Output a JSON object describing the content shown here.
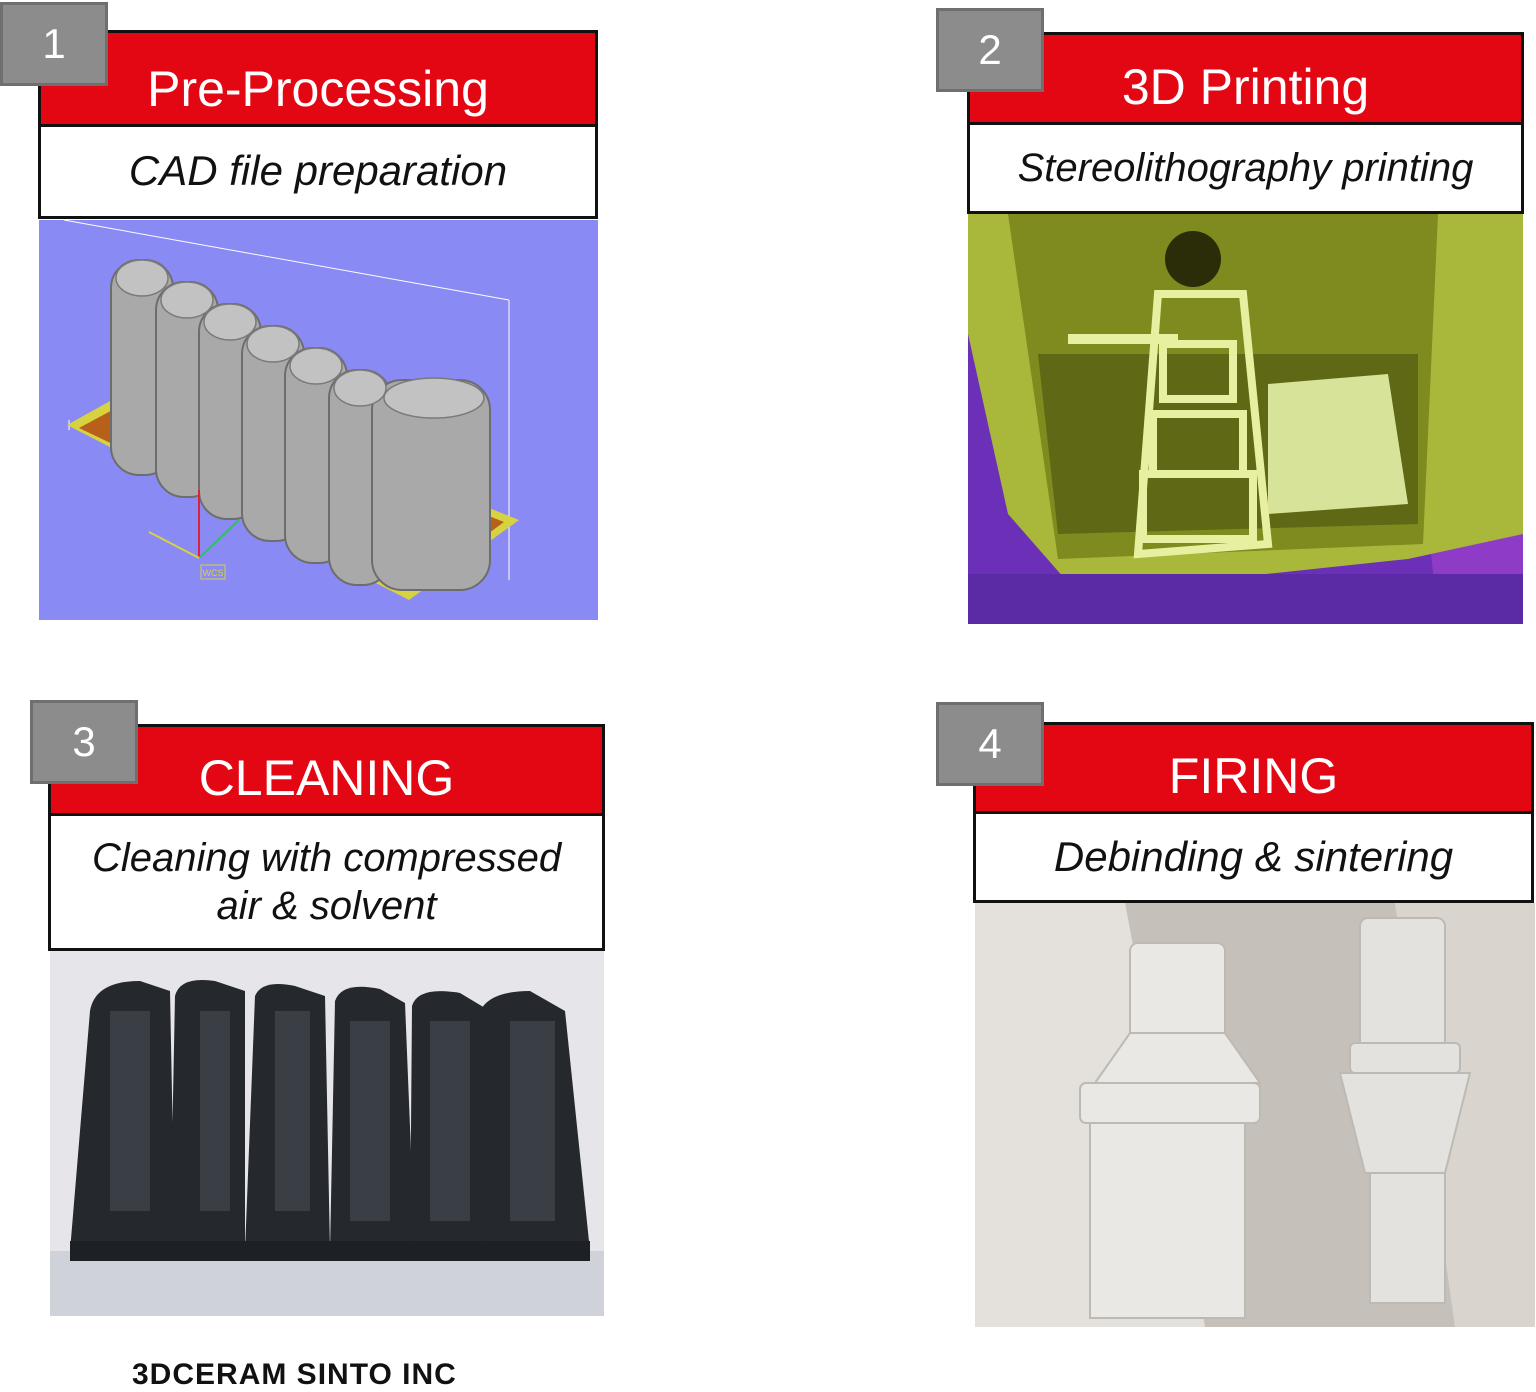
{
  "panels": [
    {
      "number": "1",
      "title": "Pre-Processing",
      "subtitle": "CAD file preparation"
    },
    {
      "number": "2",
      "title": "3D Printing",
      "subtitle": "Stereolithography printing"
    },
    {
      "number": "3",
      "title": "CLEANING",
      "subtitle_line1": "Cleaning with compressed",
      "subtitle_line2": "air & solvent"
    },
    {
      "number": "4",
      "title": "FIRING",
      "subtitle": "Debinding & sintering"
    }
  ],
  "cad_view": {
    "axis_label": "WCS"
  },
  "footer": {
    "text": "3DCERAM SINTO INC"
  },
  "colors": {
    "title_red": "#e30613",
    "badge_gray": "#8c8c8c",
    "cad_background": "#8a8af5"
  }
}
